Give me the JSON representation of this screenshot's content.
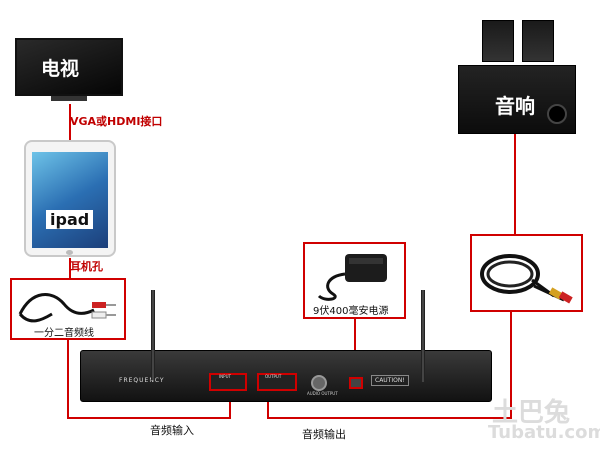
{
  "devices": {
    "tv": {
      "label": "电视"
    },
    "ipad": {
      "label": "ipad"
    },
    "speaker": {
      "label": "音响"
    }
  },
  "connections": {
    "vga": "VGA或HDMI接口",
    "headphone": "耳机孔",
    "splitter_cable": "一分二音频线",
    "power": "9伏400毫安电源",
    "audio_in": "音频输入",
    "audio_out": "音频输出"
  },
  "receiver": {
    "frequency": "FREQUENCY",
    "input": "INPUT",
    "output": "OUTPUT",
    "audio_output": "AUDIO OUTPUT",
    "caution": "CAUTION!"
  },
  "watermark": {
    "cn": "土巴兔",
    "en": "Tubatu.com"
  },
  "colors": {
    "line": "#d00000",
    "label": "#c00000"
  }
}
